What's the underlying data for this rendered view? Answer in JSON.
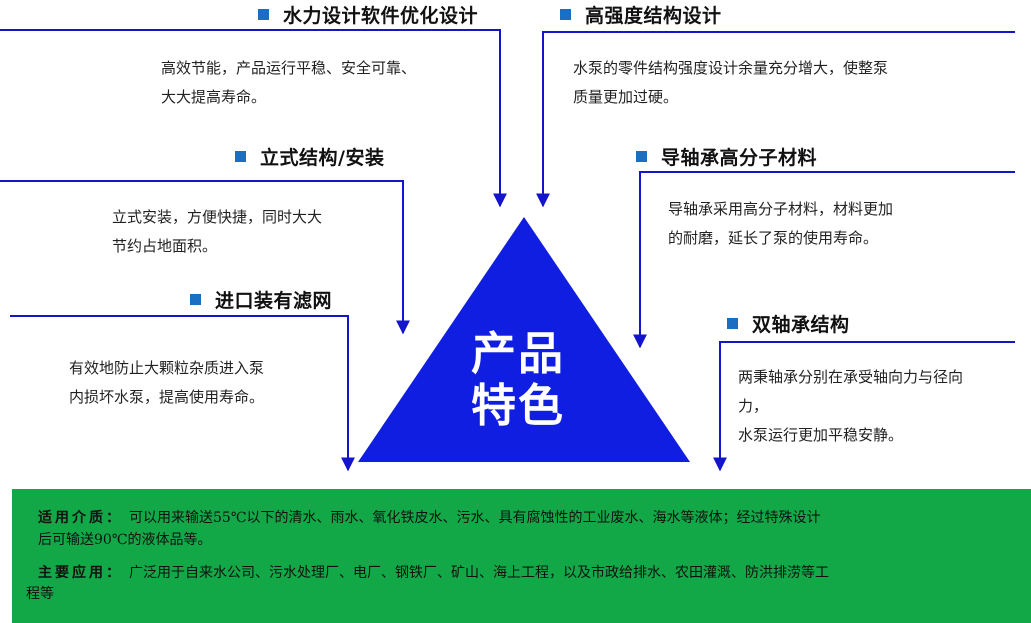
{
  "center_label": [
    "产品",
    "特色"
  ],
  "features": [
    {
      "key": "water",
      "title": "水力设计软件优化设计",
      "desc": [
        "高效节能，产品运行平稳、安全可靠、",
        "大大提高寿命。"
      ]
    },
    {
      "key": "strength",
      "title": "高强度结构设计",
      "desc": [
        "水泵的零件结构强度设计余量充分增大，使整泵",
        "质量更加过硬。"
      ]
    },
    {
      "key": "vertical",
      "title": "立式结构/安装",
      "desc": [
        "立式安装，方便快捷，同时大大",
        "节约占地面积。"
      ]
    },
    {
      "key": "bearing",
      "title": "导轴承高分子材料",
      "desc": [
        "导轴承采用高分子材料，材料更加",
        "的耐磨，延长了泵的使用寿命。"
      ]
    },
    {
      "key": "filter",
      "title": "进口装有滤网",
      "desc": [
        "有效地防止大颗粒杂质进入泵",
        "内损坏水泵，提高使用寿命。"
      ]
    },
    {
      "key": "dual",
      "title": "双轴承结构",
      "desc": [
        "两秉轴承分别在承受轴向力与径向",
        "力，",
        "水泵运行更加平稳安静。"
      ]
    }
  ],
  "footer": {
    "medium_label": "适用介质：",
    "medium_text": "可以用来输送55℃以下的清水、雨水、氧化铁皮水、污水、具有腐蚀性的工业废水、海水等液体；经过特殊设计",
    "medium_text2": "后可输送90℃的液体品等。",
    "app_label": "主要应用：",
    "app_text": "广泛用于自来水公司、污水处理厂、电厂、钢铁厂、矿山、海上工程，以及市政给排水、农田灌溉、防洪排涝等工",
    "app_text2": "程等"
  },
  "colors": {
    "line": "#1414cc",
    "triangle": "#0f1ee0",
    "bullet": "#1a6fc2",
    "footer_bg": "#12a847"
  }
}
